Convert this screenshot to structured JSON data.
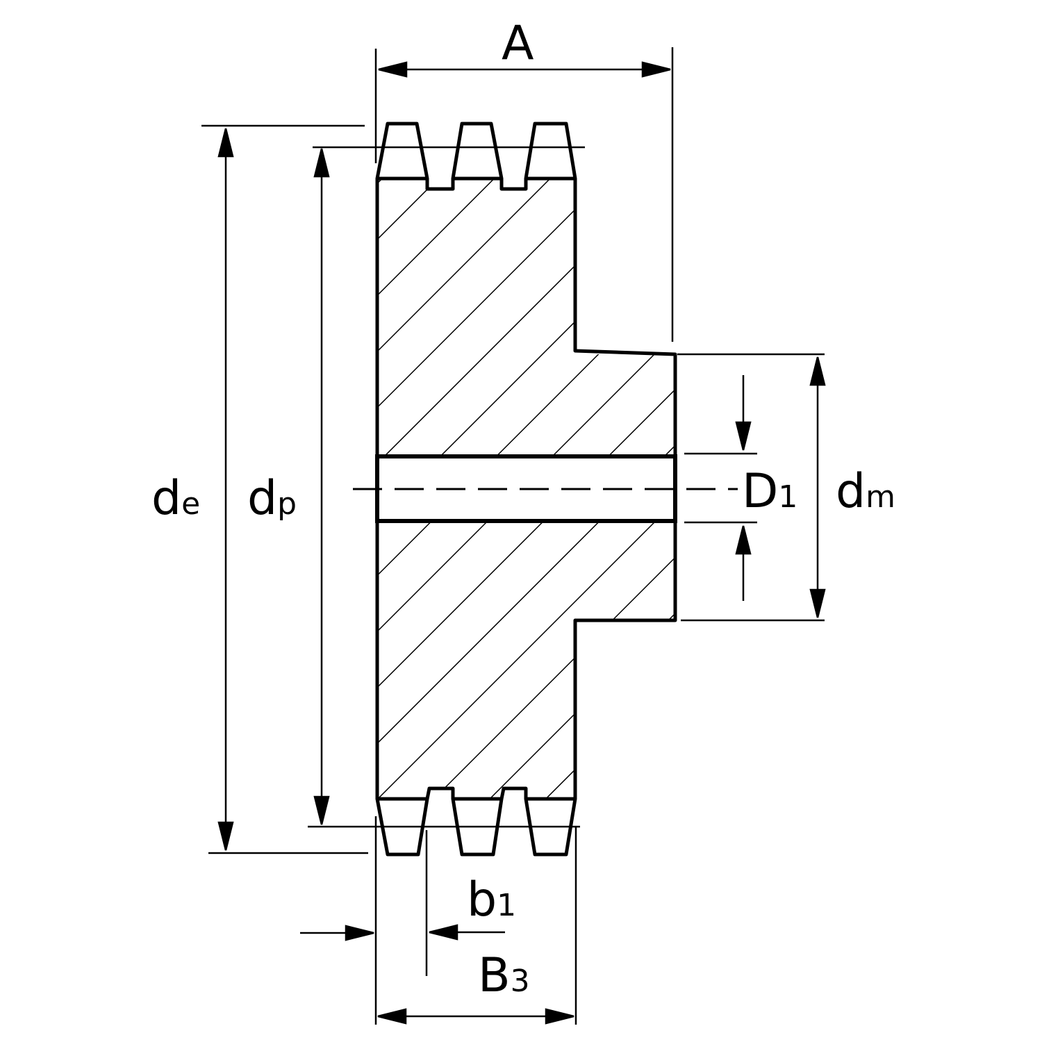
{
  "title": "Triple-strand sprocket cross-section dimensions",
  "colors": {
    "line": "#000000",
    "background": "#ffffff"
  },
  "labels": {
    "A": {
      "main": "A",
      "sub": ""
    },
    "de": {
      "main": "d",
      "sub": "e"
    },
    "dp": {
      "main": "d",
      "sub": "p"
    },
    "D1": {
      "main": "D",
      "sub": "1"
    },
    "dm": {
      "main": "d",
      "sub": "m"
    },
    "b1": {
      "main": "b",
      "sub": "1"
    },
    "B3": {
      "main": "B",
      "sub": "3"
    }
  }
}
